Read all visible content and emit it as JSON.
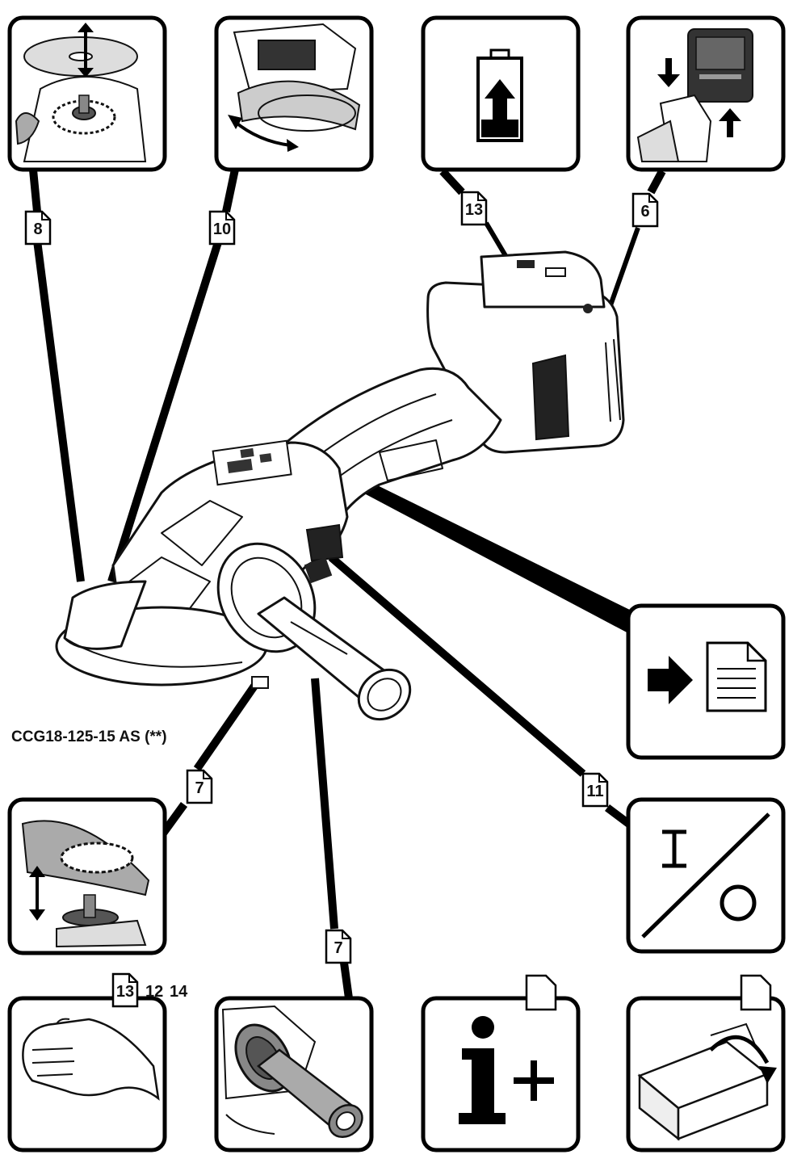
{
  "model_label": "CCG18-125-15 AS (**)",
  "callouts": [
    {
      "id": "c8",
      "text": "8"
    },
    {
      "id": "c10",
      "text": "10"
    },
    {
      "id": "c13",
      "text": "13"
    },
    {
      "id": "c6",
      "text": "6"
    },
    {
      "id": "c7a",
      "text": "7"
    },
    {
      "id": "c11",
      "text": "11"
    },
    {
      "id": "c7b",
      "text": "7"
    }
  ],
  "safety_ref": {
    "first": "13",
    "second": "12",
    "third": "14"
  },
  "panels": [
    {
      "name": "mount-disc-panel",
      "icon": "disc-mount-icon"
    },
    {
      "name": "rotate-guard-panel",
      "icon": "guard-rotate-icon"
    },
    {
      "name": "battery-charge-panel",
      "icon": "battery-charge-icon"
    },
    {
      "name": "battery-insert-panel",
      "icon": "battery-insert-icon"
    },
    {
      "name": "read-manual-panel",
      "icon": "read-manual-icon"
    },
    {
      "name": "guard-adjust-panel",
      "icon": "guard-adjust-icon"
    },
    {
      "name": "on-off-panel",
      "icon": "on-off-icon"
    },
    {
      "name": "hand-vibration-panel",
      "icon": "hand-icon"
    },
    {
      "name": "side-handle-panel",
      "icon": "side-handle-icon"
    },
    {
      "name": "info-plus-panel",
      "icon": "info-plus-icon"
    },
    {
      "name": "packaging-panel",
      "icon": "box-open-icon"
    }
  ]
}
